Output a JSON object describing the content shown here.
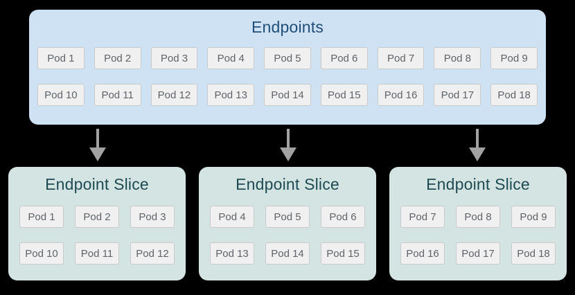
{
  "colors": {
    "background": "#000000",
    "endpoints_box_bg": "#cfe2f3",
    "endpoints_title_color": "#1f4e79",
    "slice_box_bg": "#d3e4e2",
    "slice_title_color": "#1e4a52",
    "pod_bg": "#f0f0f0",
    "pod_border": "#c9c9c9",
    "pod_text": "#5f6368",
    "arrow_color": "#a2a2a2"
  },
  "endpoints": {
    "title": "Endpoints",
    "rows": [
      [
        "Pod 1",
        "Pod 2",
        "Pod 3",
        "Pod 4",
        "Pod 5",
        "Pod 6",
        "Pod 7",
        "Pod 8",
        "Pod 9"
      ],
      [
        "Pod 10",
        "Pod 11",
        "Pod 12",
        "Pod 13",
        "Pod 14",
        "Pod 15",
        "Pod 16",
        "Pod 17",
        "Pod 18"
      ]
    ]
  },
  "arrows": [
    {
      "icon": "down-arrow"
    },
    {
      "icon": "down-arrow"
    },
    {
      "icon": "down-arrow"
    }
  ],
  "slices": [
    {
      "title": "Endpoint Slice",
      "rows": [
        [
          "Pod 1",
          "Pod 2",
          "Pod 3"
        ],
        [
          "Pod 10",
          "Pod 11",
          "Pod 12"
        ]
      ]
    },
    {
      "title": "Endpoint Slice",
      "rows": [
        [
          "Pod 4",
          "Pod 5",
          "Pod 6"
        ],
        [
          "Pod 13",
          "Pod 14",
          "Pod 15"
        ]
      ]
    },
    {
      "title": "Endpoint Slice",
      "rows": [
        [
          "Pod 7",
          "Pod 8",
          "Pod 9"
        ],
        [
          "Pod 16",
          "Pod 17",
          "Pod 18"
        ]
      ]
    }
  ]
}
